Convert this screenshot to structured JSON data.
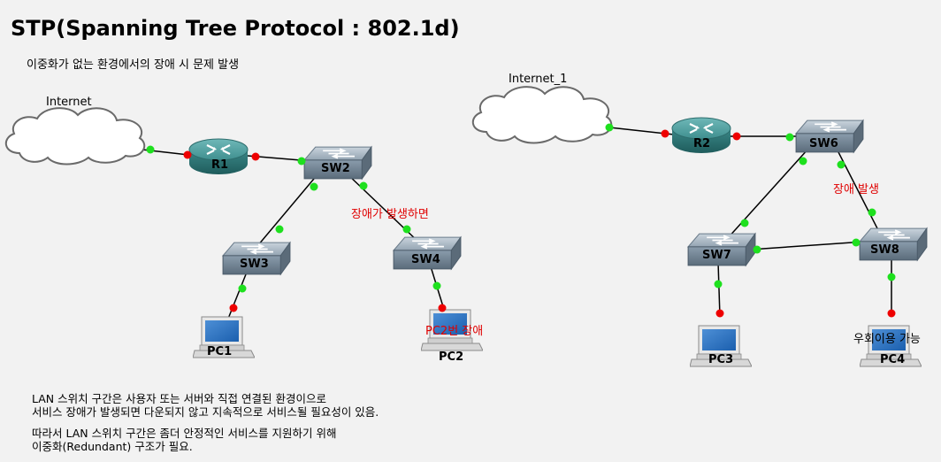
{
  "title": "STP(Spanning Tree Protocol : 802.1d)",
  "subtitle": "이중화가 없는 환경에서의 장애 시 문제 발생",
  "left_topology": {
    "cloud": "Internet",
    "router": "R1",
    "core_switch": "SW2",
    "switch_a": "SW3",
    "switch_b": "SW4",
    "pc_a": "PC1",
    "pc_b": "PC2",
    "fault_link_label": "장애가 발생하면",
    "fault_pc_label": "PC2번 장애"
  },
  "right_topology": {
    "cloud": "Internet_1",
    "router": "R2",
    "core_switch": "SW6",
    "switch_a": "SW7",
    "switch_b": "SW8",
    "pc_a": "PC3",
    "pc_b": "PC4",
    "fault_link_label": "장애 발생",
    "bypass_label": "우회이용 가능"
  },
  "notes": {
    "line1": "LAN 스위치 구간은 사용자 또는 서버와 직접 연결된 환경이으로",
    "line2": "서비스 장애가 발생되면 다운되지 않고 지속적으로 서비스될 필요성이 있음.",
    "line3": "따라서 LAN 스위치 구간은 좀더 안정적인 서비스를 지원하기 위해",
    "line4": "이중화(Redundant) 구조가 필요."
  },
  "colors": {
    "link_up": "#1ee01e",
    "link_down": "#ee0000",
    "fault_text": "#e00000",
    "router_body": "#3f8f8f",
    "switch_body": "#7a8da0"
  }
}
